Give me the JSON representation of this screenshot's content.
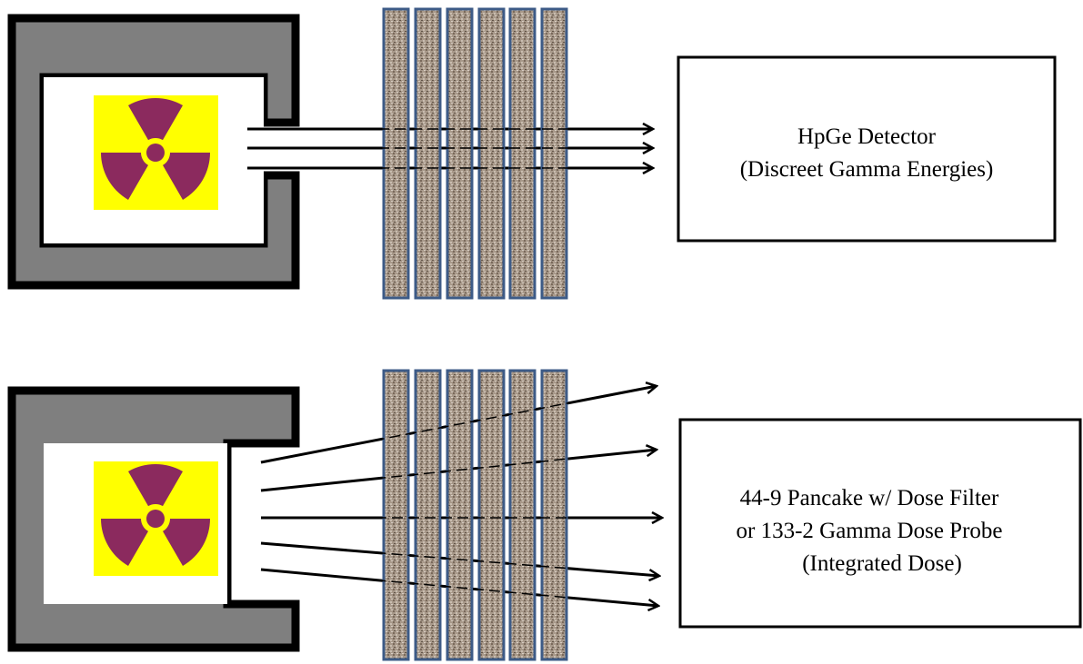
{
  "colors": {
    "shield_fill": "#7f7f7f",
    "shield_border": "#000000",
    "symbol_background": "#ffff00",
    "symbol_trefoil": "#8b2a5e",
    "slab_fill": "#a8998a",
    "slab_border": "#3d5b87",
    "arrow": "#000000"
  },
  "top_setup": {
    "detector_lines": [
      "HpGe Detector",
      "(Discreet Gamma Energies)"
    ],
    "beam_style": "collimated-parallel"
  },
  "bottom_setup": {
    "detector_lines": [
      "44-9 Pancake w/ Dose Filter",
      "or 133-2 Gamma Dose Probe",
      "(Integrated Dose)"
    ],
    "beam_style": "scattered-diverging"
  },
  "slab_count": 6,
  "icons": [
    "radiation-trefoil-icon",
    "radiation-trefoil-icon"
  ]
}
